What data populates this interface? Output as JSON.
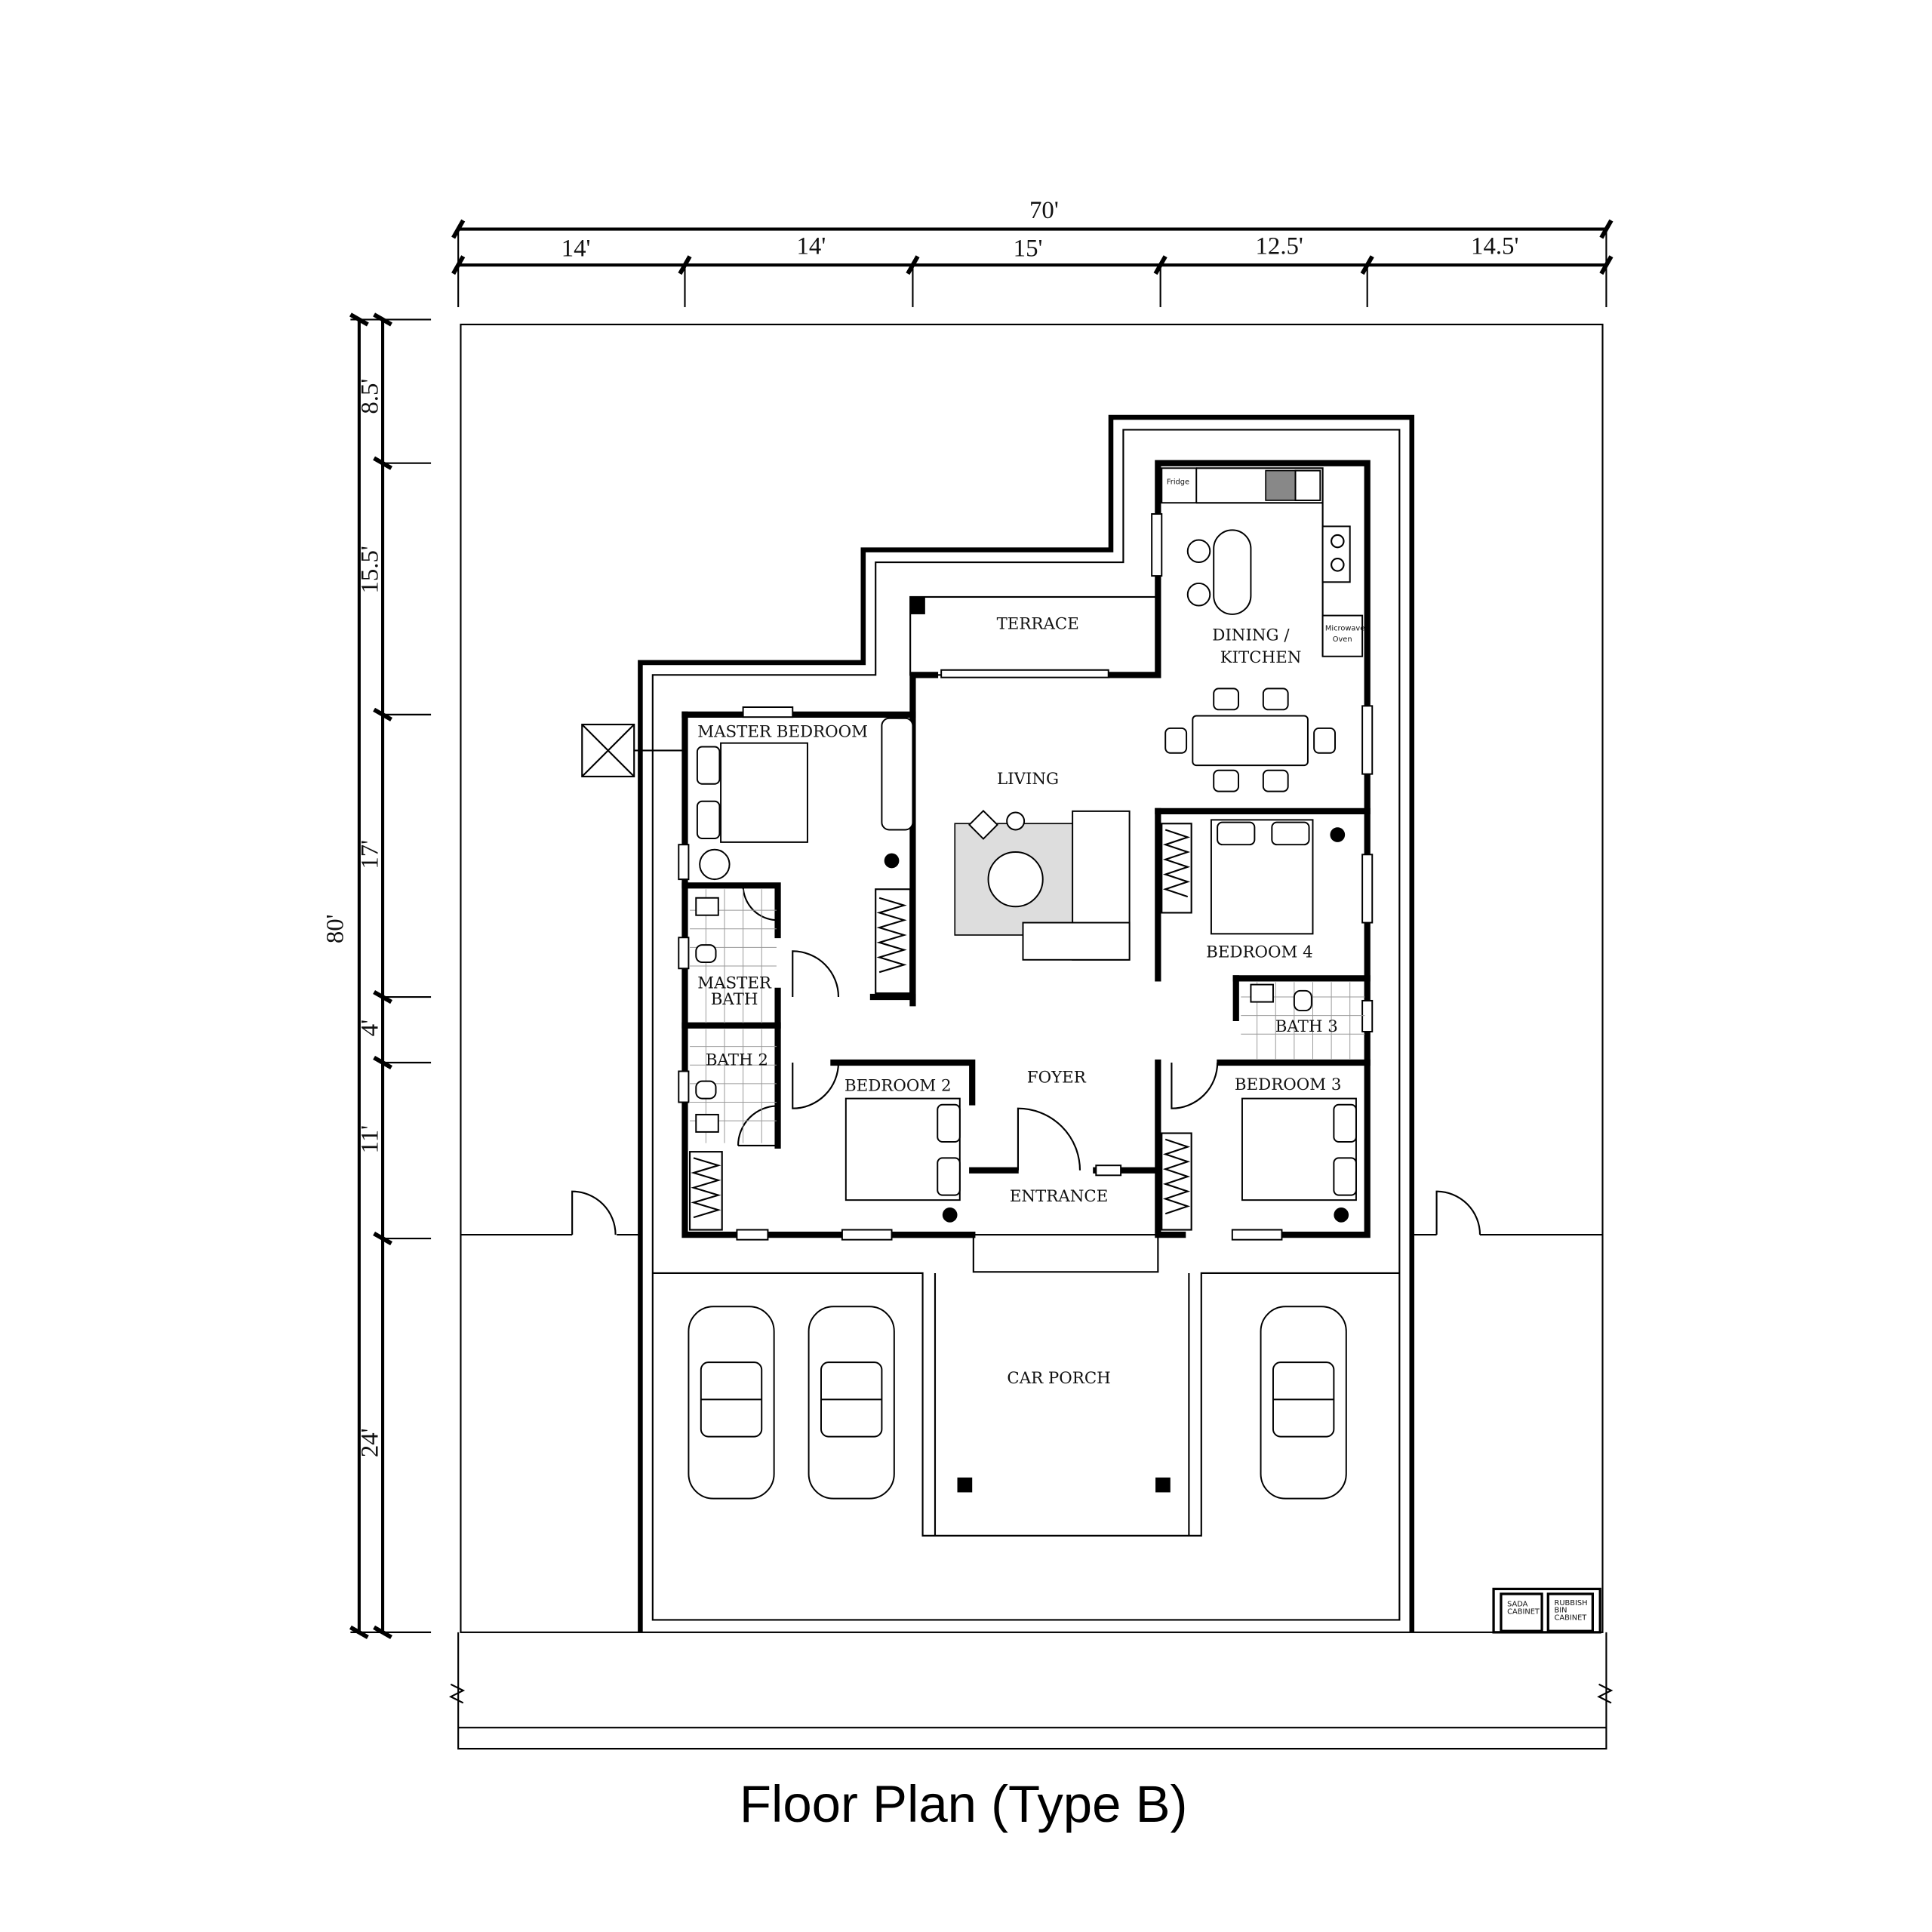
{
  "title": "Floor Plan (Type B)",
  "dimensions": {
    "total_width": "70'",
    "widths": [
      "14'",
      "14'",
      "15'",
      "12.5'",
      "14.5'"
    ],
    "total_depth": "80'",
    "depths": [
      "8.5'",
      "15.5'",
      "17'",
      "4'",
      "11'",
      "24'"
    ]
  },
  "rooms": {
    "master_bedroom": "MASTER BEDROOM",
    "living": "LIVING",
    "terrace": "TERRACE",
    "dining_line1": "DINING /",
    "dining_line2": "KITCHEN",
    "bedroom4": "BEDROOM 4",
    "bath3": "BATH 3",
    "master_bath_line1": "MASTER",
    "master_bath_line2": "BATH",
    "bath2": "BATH 2",
    "bedroom2": "BEDROOM 2",
    "foyer": "FOYER",
    "bedroom3": "BEDROOM 3",
    "entrance": "ENTRANCE",
    "car_porch": "CAR PORCH"
  },
  "fixtures": {
    "fridge": "Fridge",
    "microwave_line1": "Microwave",
    "microwave_line2": "Oven",
    "sada_line1": "SADA",
    "sada_line2": "CABINET",
    "rubbish_line1": "RUBBISH",
    "rubbish_line2": "BIN",
    "rubbish_line3": "CABINET"
  }
}
